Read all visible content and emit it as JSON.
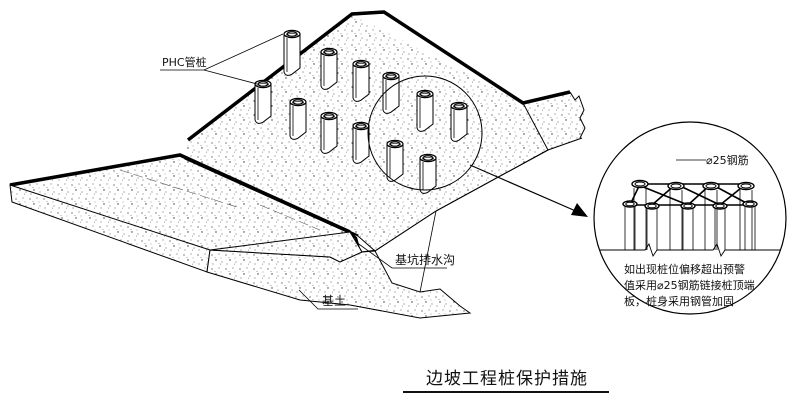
{
  "labels": {
    "phc_pile": "PHC管桩",
    "rebar": "⌀25钢筋",
    "drain": "基坑排水沟",
    "base_soil": "基土",
    "note_lines": [
      "如出现桩位偏移超出预警",
      "值采用⌀25钢筋链接桩顶端",
      "板，桩身采用钢管加固"
    ]
  },
  "title": "边坡工程桩保护措施"
}
